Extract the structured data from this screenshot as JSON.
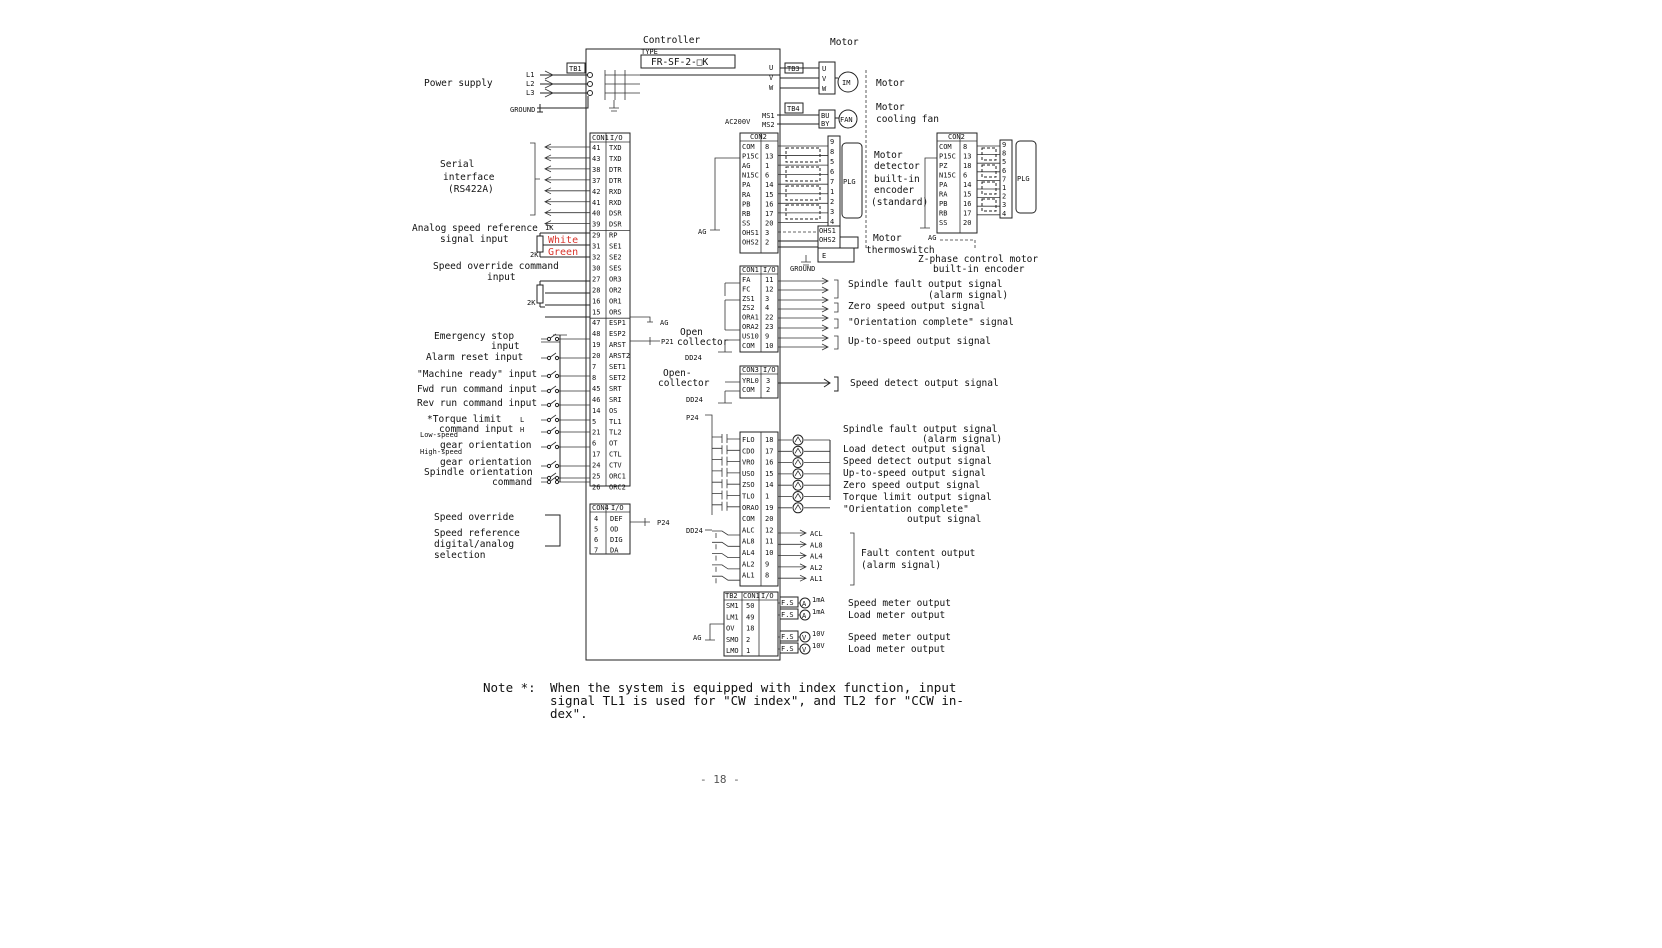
{
  "header": {
    "controller": "Controller",
    "motor": "Motor",
    "model": "FR-SF-2-□K",
    "type_tag": "TYPE"
  },
  "power": {
    "label": "Power supply",
    "tb": "TB1",
    "terminals": [
      "L1",
      "L2",
      "L3"
    ],
    "ground": "GROUND"
  },
  "motor_side": {
    "tb3": "TB3",
    "uvw": [
      "U",
      "V",
      "W"
    ],
    "motor_symbol": "IM",
    "motor_label": "Motor",
    "tb4": "TB4",
    "ac": "AC200V",
    "ms": [
      "MS1",
      "MS2"
    ],
    "bu_by": [
      "BU",
      "BY"
    ],
    "fan_symbol": "FAN",
    "fan_label_1": "Motor",
    "fan_label_2": "cooling fan"
  },
  "cn1_header": [
    "CON1",
    "I/O"
  ],
  "cn1_rows": [
    {
      "pin": "41",
      "sig": "TXD"
    },
    {
      "pin": "43",
      "sig": "TXD"
    },
    {
      "pin": "38",
      "sig": "DTR"
    },
    {
      "pin": "37",
      "sig": "DTR"
    },
    {
      "pin": "42",
      "sig": "RXD"
    },
    {
      "pin": "41",
      "sig": "RXD"
    },
    {
      "pin": "40",
      "sig": "DSR"
    },
    {
      "pin": "39",
      "sig": "DSR"
    },
    {
      "pin": "29",
      "sig": "RP"
    },
    {
      "pin": "31",
      "sig": "SE1"
    },
    {
      "pin": "32",
      "sig": "SE2"
    },
    {
      "pin": "30",
      "sig": "SES"
    },
    {
      "pin": "27",
      "sig": "OR3"
    },
    {
      "pin": "28",
      "sig": "OR2"
    },
    {
      "pin": "16",
      "sig": "OR1"
    },
    {
      "pin": "15",
      "sig": "ORS"
    },
    {
      "pin": "47",
      "sig": "ESP1"
    },
    {
      "pin": "48",
      "sig": "ESP2"
    },
    {
      "pin": "19",
      "sig": "ARST"
    },
    {
      "pin": "20",
      "sig": "ARST2"
    },
    {
      "pin": "7",
      "sig": "SET1"
    },
    {
      "pin": "8",
      "sig": "SET2"
    },
    {
      "pin": "45",
      "sig": "SRT"
    },
    {
      "pin": "46",
      "sig": "SRI"
    },
    {
      "pin": "14",
      "sig": "OS"
    },
    {
      "pin": "5",
      "sig": "TL1"
    },
    {
      "pin": "21",
      "sig": "TL2"
    },
    {
      "pin": "6",
      "sig": "OT"
    },
    {
      "pin": "17",
      "sig": "CTL"
    },
    {
      "pin": "24",
      "sig": "CTV"
    },
    {
      "pin": "25",
      "sig": "ORC1"
    },
    {
      "pin": "26",
      "sig": "ORC2"
    }
  ],
  "left_labels": {
    "serial": [
      "Serial",
      "interface",
      "(RS422A)"
    ],
    "analog": [
      "Analog speed reference",
      "signal input"
    ],
    "one_k": "1K",
    "two_k": "2K",
    "white": "White",
    "green": "Green",
    "override": [
      "Speed override command",
      "input"
    ],
    "two_k_b": "2K",
    "estop": [
      "Emergency stop",
      "input"
    ],
    "alarm_reset": "Alarm reset input",
    "ready": "\"Machine ready\" input",
    "fwd": "Fwd run command input",
    "rev": "Rev run command input",
    "torque": [
      "*Torque limit",
      "command input"
    ],
    "torque_l": "L",
    "torque_h": "H",
    "low_gear": [
      "Low-speed",
      "gear orientation"
    ],
    "high_gear": [
      "High-speed",
      "gear orientation"
    ],
    "spindle": [
      "Spindle orientation",
      "command"
    ],
    "speed_override": "Speed override",
    "speed_ref": [
      "Speed reference",
      "digital/analog",
      "selection"
    ]
  },
  "ag_labels": {
    "ag1": "AG",
    "p24": "P24",
    "dd24a": "DD24",
    "dd24b": "DD24",
    "p24b": "P24",
    "dd24c": "DD24",
    "ag2": "AG",
    "ag3": "AG",
    "ag4": "AG"
  },
  "cn4_header": [
    "CON4",
    "I/O"
  ],
  "cn4_rows": [
    {
      "pin": "4",
      "sig": "DEF"
    },
    {
      "pin": "5",
      "sig": "OD"
    },
    {
      "pin": "6",
      "sig": "DIG"
    },
    {
      "pin": "7",
      "sig": "DA"
    }
  ],
  "cn2_header": [
    "CON2"
  ],
  "cn2_rows": [
    {
      "sig": "COM",
      "pin": "8"
    },
    {
      "sig": "P15C",
      "pin": "13"
    },
    {
      "sig": "AG",
      "pin": "1"
    },
    {
      "sig": "N15C",
      "pin": "6"
    },
    {
      "sig": "PA",
      "pin": "14"
    },
    {
      "sig": "RA",
      "pin": "15"
    },
    {
      "sig": "PB",
      "pin": "16"
    },
    {
      "sig": "RB",
      "pin": "17"
    },
    {
      "sig": "SS",
      "pin": "20"
    },
    {
      "sig": "OHS1",
      "pin": "3"
    },
    {
      "sig": "OHS2",
      "pin": "2"
    }
  ],
  "plg": "PLG",
  "encoder_pins": [
    "9",
    "8",
    "5",
    "6",
    "7",
    "1",
    "2",
    "3",
    "4"
  ],
  "detector_label": [
    "Motor",
    "detector",
    "built-in",
    "encoder",
    "(standard)"
  ],
  "ohs": [
    "OHS1",
    "OHS2"
  ],
  "thermo_label": [
    "Motor",
    "thermoswitch"
  ],
  "ground_b": "GROUND",
  "e_mark": "E",
  "zphase_header": [
    "CON2"
  ],
  "zphase_rows": [
    {
      "sig": "COM",
      "pin": "8"
    },
    {
      "sig": "P15C",
      "pin": "13"
    },
    {
      "sig": "PZ",
      "pin": "18"
    },
    {
      "sig": "N15C",
      "pin": "6"
    },
    {
      "sig": "PA",
      "pin": "14"
    },
    {
      "sig": "RA",
      "pin": "15"
    },
    {
      "sig": "PB",
      "pin": "16"
    },
    {
      "sig": "RB",
      "pin": "17"
    },
    {
      "sig": "SS",
      "pin": "20"
    }
  ],
  "zphase_pins": [
    "9",
    "8",
    "5",
    "6",
    "7",
    "1",
    "2",
    "3",
    "4"
  ],
  "zphase_label": [
    "Z-phase control motor",
    "built-in encoder"
  ],
  "cn1b_header": [
    "CON1",
    "I/O"
  ],
  "cn1b_rows": [
    {
      "sig": "FA",
      "pin": "11"
    },
    {
      "sig": "FC",
      "pin": "12"
    },
    {
      "sig": "ZS1",
      "pin": "3"
    },
    {
      "sig": "ZS2",
      "pin": "4"
    },
    {
      "sig": "ORA1",
      "pin": "22"
    },
    {
      "sig": "ORA2",
      "pin": "23"
    },
    {
      "sig": "US10",
      "pin": "9"
    },
    {
      "sig": "COM",
      "pin": "10"
    }
  ],
  "open_collector_1": [
    "Open",
    "collector"
  ],
  "p21": "P21",
  "out1": {
    "spindle_fault": [
      "Spindle fault output signal",
      "(alarm signal)"
    ],
    "zero_speed": "Zero speed output signal",
    "orient": "\"Orientation complete\" signal",
    "up_to_speed": "Up-to-speed output signal"
  },
  "cn3_header": [
    "CON3",
    "I/O"
  ],
  "cn3_rows": [
    {
      "sig": "YRL0",
      "pin": "3"
    },
    {
      "sig": "COM",
      "pin": "2"
    }
  ],
  "open_collector_2": [
    "Open-",
    "collector"
  ],
  "speed_detect": "Speed detect output signal",
  "relay_rows": [
    {
      "sig": "FLO",
      "pin": "18"
    },
    {
      "sig": "CDO",
      "pin": "17"
    },
    {
      "sig": "VRO",
      "pin": "16"
    },
    {
      "sig": "USO",
      "pin": "15"
    },
    {
      "sig": "ZSO",
      "pin": "14"
    },
    {
      "sig": "TLO",
      "pin": "1"
    },
    {
      "sig": "ORAO",
      "pin": "19"
    },
    {
      "sig": "COM",
      "pin": "20"
    },
    {
      "sig": "ALC",
      "pin": "12"
    },
    {
      "sig": "AL8",
      "pin": "11"
    },
    {
      "sig": "AL4",
      "pin": "10"
    },
    {
      "sig": "AL2",
      "pin": "9"
    },
    {
      "sig": "AL1",
      "pin": "8"
    }
  ],
  "relay_out_labels": [
    [
      "Spindle fault output signal",
      "(alarm signal)"
    ],
    [
      "Load detect output signal"
    ],
    [
      "Speed detect output signal"
    ],
    [
      "Up-to-speed output signal"
    ],
    [
      "Zero speed output signal"
    ],
    [
      "Torque limit output signal"
    ],
    [
      "\"Orientation complete\"",
      "output signal"
    ]
  ],
  "alarm_out": [
    "ACL",
    "AL8",
    "AL4",
    "AL2",
    "AL1"
  ],
  "fault_label": [
    "Fault content output",
    "(alarm signal)"
  ],
  "meter_header": [
    "TB2",
    "CON1",
    "I/O"
  ],
  "meter_rows": [
    {
      "sig": "SM1",
      "pin": "50"
    },
    {
      "sig": "LM1",
      "pin": "49"
    },
    {
      "sig": "OV",
      "pin": "18"
    },
    {
      "sig": "SMO",
      "pin": "2"
    },
    {
      "sig": "LMO",
      "pin": "1"
    }
  ],
  "meter_fs": [
    "F.S",
    "F.S",
    "F.S",
    "F.S"
  ],
  "meter_units": [
    "1mA",
    "1mA",
    "10V",
    "10V"
  ],
  "meter_sym": [
    "A",
    "A",
    "V",
    "V"
  ],
  "meter_labels": [
    "Speed meter output",
    "Load meter output",
    "Speed meter output",
    "Load meter output"
  ],
  "note": {
    "prefix": "Note *:",
    "line1": "When the system is equipped with index function, input",
    "line2": "signal TL1 is used for \"CW index\", and TL2 for \"CCW in-",
    "line3": "dex\"."
  },
  "page_number": "- 18 -"
}
